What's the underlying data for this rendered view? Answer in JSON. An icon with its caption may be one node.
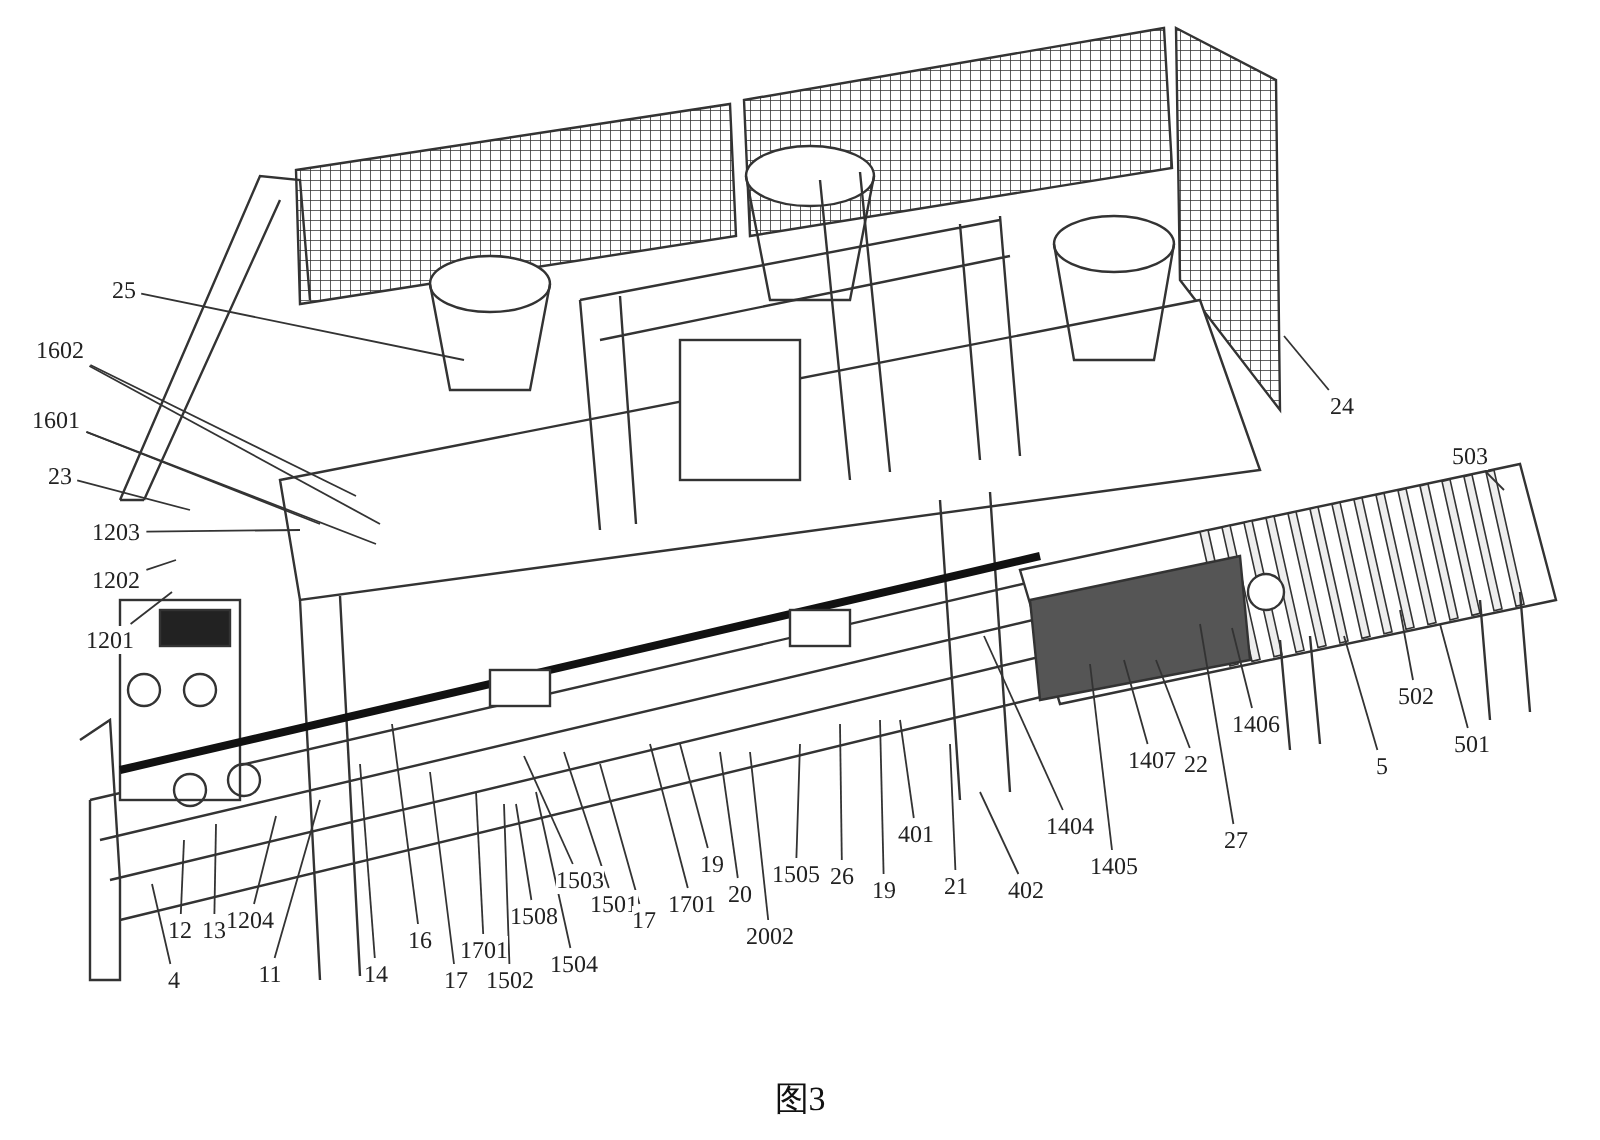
{
  "diagram": {
    "caption": "图3",
    "nodes": [
      {
        "text": [
          "25"
        ]
      },
      {
        "text": [
          "1602"
        ]
      },
      {
        "text": [
          "1601"
        ]
      },
      {
        "text": [
          "23"
        ]
      },
      {
        "text": [
          "1203"
        ]
      },
      {
        "text": [
          "1202"
        ]
      },
      {
        "text": [
          "1201"
        ]
      },
      {
        "text": [
          "24"
        ]
      },
      {
        "text": [
          "503"
        ]
      },
      {
        "text": [
          "1406"
        ]
      },
      {
        "text": [
          "1407"
        ]
      },
      {
        "text": [
          "22"
        ]
      },
      {
        "text": [
          "5"
        ]
      },
      {
        "text": [
          "502"
        ]
      },
      {
        "text": [
          "501"
        ]
      },
      {
        "text": [
          "1404"
        ]
      },
      {
        "text": [
          "401"
        ]
      },
      {
        "text": [
          "27"
        ]
      },
      {
        "text": [
          "19"
        ]
      },
      {
        "text": [
          "1505"
        ]
      },
      {
        "text": [
          "26"
        ]
      },
      {
        "text": [
          "1503"
        ]
      },
      {
        "text": [
          "21"
        ]
      },
      {
        "text": [
          "19"
        ]
      },
      {
        "text": [
          "402"
        ]
      },
      {
        "text": [
          "20"
        ]
      },
      {
        "text": [
          "1501"
        ]
      },
      {
        "text": [
          "1701"
        ]
      },
      {
        "text": [
          "1508"
        ]
      },
      {
        "text": [
          "1204"
        ]
      },
      {
        "text": [
          "17"
        ]
      },
      {
        "text": [
          "12"
        ]
      },
      {
        "text": [
          "13"
        ]
      },
      {
        "text": [
          "2002"
        ]
      },
      {
        "text": [
          "16"
        ]
      },
      {
        "text": [
          "1701"
        ]
      },
      {
        "text": [
          "1405"
        ]
      },
      {
        "text": [
          "1504"
        ]
      },
      {
        "text": [
          "11"
        ]
      },
      {
        "text": [
          "14"
        ]
      },
      {
        "text": [
          "4"
        ]
      },
      {
        "text": [
          "17"
        ]
      },
      {
        "text": [
          "1502"
        ]
      }
    ],
    "edges": [
      {
        "from": 0,
        "to": null,
        "arrow": "none"
      },
      {
        "from": 1,
        "to": null,
        "arrow": "none"
      },
      {
        "from": 2,
        "to": null,
        "arrow": "none"
      },
      {
        "from": 3,
        "to": null,
        "arrow": "none"
      },
      {
        "from": 4,
        "to": null,
        "arrow": "none"
      },
      {
        "from": 5,
        "to": null,
        "arrow": "none"
      },
      {
        "from": 6,
        "to": null,
        "arrow": "none"
      },
      {
        "from": 7,
        "to": null,
        "arrow": "none"
      },
      {
        "from": 8,
        "to": null,
        "arrow": "none"
      },
      {
        "from": 9,
        "to": null,
        "arrow": "none"
      },
      {
        "from": 10,
        "to": null,
        "arrow": "none"
      },
      {
        "from": 11,
        "to": null,
        "arrow": "none"
      },
      {
        "from": 12,
        "to": null,
        "arrow": "none"
      },
      {
        "from": 13,
        "to": null,
        "arrow": "none"
      },
      {
        "from": 14,
        "to": null,
        "arrow": "none"
      },
      {
        "from": 15,
        "to": null,
        "arrow": "none"
      },
      {
        "from": 16,
        "to": null,
        "arrow": "none"
      },
      {
        "from": 17,
        "to": null,
        "arrow": "none"
      },
      {
        "from": 18,
        "to": null,
        "arrow": "none"
      },
      {
        "from": 19,
        "to": null,
        "arrow": "none"
      },
      {
        "from": 20,
        "to": null,
        "arrow": "none"
      },
      {
        "from": 21,
        "to": null,
        "arrow": "none"
      },
      {
        "from": 22,
        "to": null,
        "arrow": "none"
      },
      {
        "from": 23,
        "to": null,
        "arrow": "none"
      },
      {
        "from": 24,
        "to": null,
        "arrow": "none"
      },
      {
        "from": 25,
        "to": null,
        "arrow": "none"
      },
      {
        "from": 26,
        "to": null,
        "arrow": "none"
      },
      {
        "from": 27,
        "to": null,
        "arrow": "none"
      },
      {
        "from": 28,
        "to": null,
        "arrow": "none"
      },
      {
        "from": 29,
        "to": null,
        "arrow": "none"
      },
      {
        "from": 30,
        "to": null,
        "arrow": "none"
      },
      {
        "from": 31,
        "to": null,
        "arrow": "none"
      },
      {
        "from": 32,
        "to": null,
        "arrow": "none"
      },
      {
        "from": 33,
        "to": null,
        "arrow": "none"
      },
      {
        "from": 34,
        "to": null,
        "arrow": "none"
      },
      {
        "from": 35,
        "to": null,
        "arrow": "none"
      },
      {
        "from": 36,
        "to": null,
        "arrow": "none"
      },
      {
        "from": 37,
        "to": null,
        "arrow": "none"
      },
      {
        "from": 38,
        "to": null,
        "arrow": "none"
      },
      {
        "from": 39,
        "to": null,
        "arrow": "none"
      },
      {
        "from": 40,
        "to": null,
        "arrow": "none"
      },
      {
        "from": 41,
        "to": null,
        "arrow": "none"
      },
      {
        "from": 42,
        "to": null,
        "arrow": "none"
      },
      {
        "from": 1,
        "to": null,
        "arrow": "none"
      },
      {
        "from": 2,
        "to": null,
        "arrow": "none"
      }
    ]
  }
}
